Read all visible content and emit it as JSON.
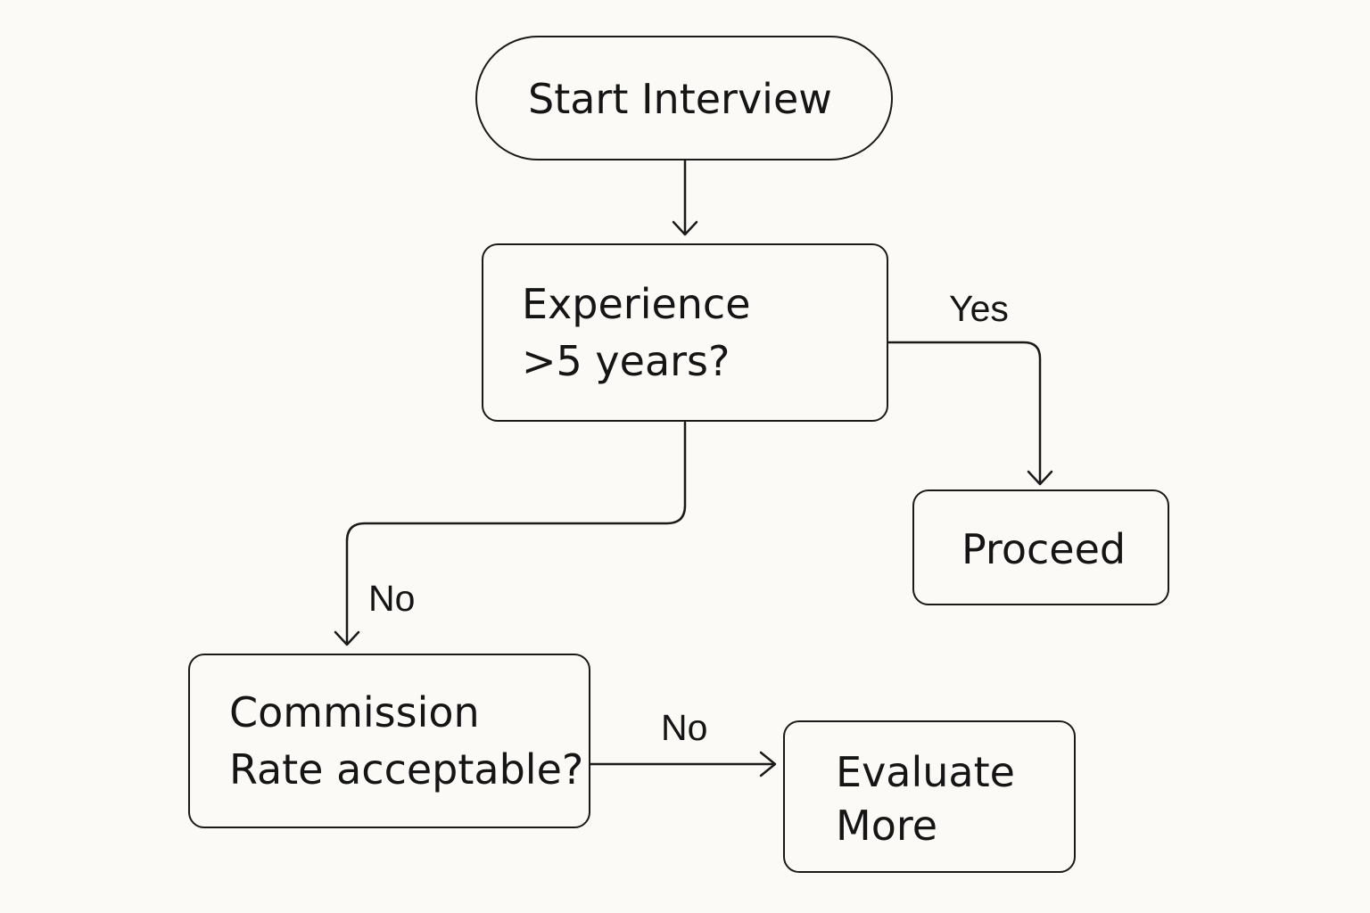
{
  "nodes": {
    "start": {
      "label": "Start Interview"
    },
    "experience": {
      "line1": "Experience",
      "line2": ">5 years?"
    },
    "proceed": {
      "label": "Proceed"
    },
    "commission": {
      "line1": "Commission",
      "line2": "Rate acceptable?"
    },
    "evaluate": {
      "line1": "Evaluate",
      "line2": "More"
    }
  },
  "edges": {
    "experience_yes": "Yes",
    "experience_no": "No",
    "commission_no": "No"
  },
  "colors": {
    "background": "#fbfaf6",
    "stroke": "#1a1a1a",
    "text": "#151515"
  }
}
